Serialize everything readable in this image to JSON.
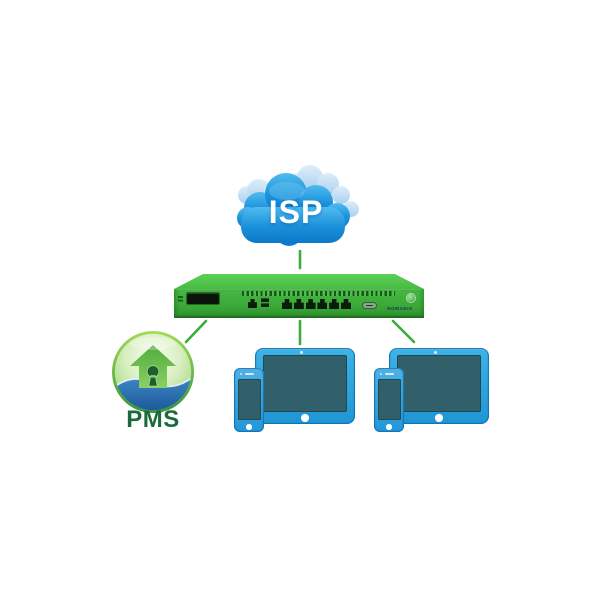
{
  "diagram": {
    "background": "#ffffff",
    "link_color": "#3aad3a",
    "nodes": {
      "isp_cloud": {
        "type": "cloud",
        "label": "ISP",
        "label_color": "#ffffff",
        "cloud_color_top": "#4fbcf0",
        "cloud_color_bottom": "#0c79ca",
        "back_cloud_color": "#b9d9f3"
      },
      "gateway": {
        "type": "rack-appliance",
        "brand_label": "NOMADIX",
        "body_color": "#3aa837",
        "top_color": "#55c64c",
        "lan_port_count": 6,
        "features": [
          "lcd-display",
          "management-port",
          "usb-ports",
          "lan-ports",
          "vga-port",
          "brand-logo"
        ]
      },
      "pms": {
        "type": "circular-badge",
        "label": "PMS",
        "label_color": "#1b6a3a",
        "icon": "house-keyhole-icon",
        "badge_green": "#55b43b",
        "badge_blue": "#2a6fb4"
      },
      "clients_mid": {
        "type": "device-group",
        "devices": [
          "tablet",
          "smartphone"
        ],
        "device_color": "#2aa5e2",
        "screen_color": "#31606b"
      },
      "clients_right": {
        "type": "device-group",
        "devices": [
          "tablet",
          "smartphone"
        ],
        "device_color": "#2aa5e2",
        "screen_color": "#31606b"
      }
    },
    "links": [
      {
        "from": "isp_cloud",
        "to": "gateway"
      },
      {
        "from": "gateway",
        "to": "pms"
      },
      {
        "from": "gateway",
        "to": "clients_mid"
      },
      {
        "from": "gateway",
        "to": "clients_right"
      }
    ]
  }
}
